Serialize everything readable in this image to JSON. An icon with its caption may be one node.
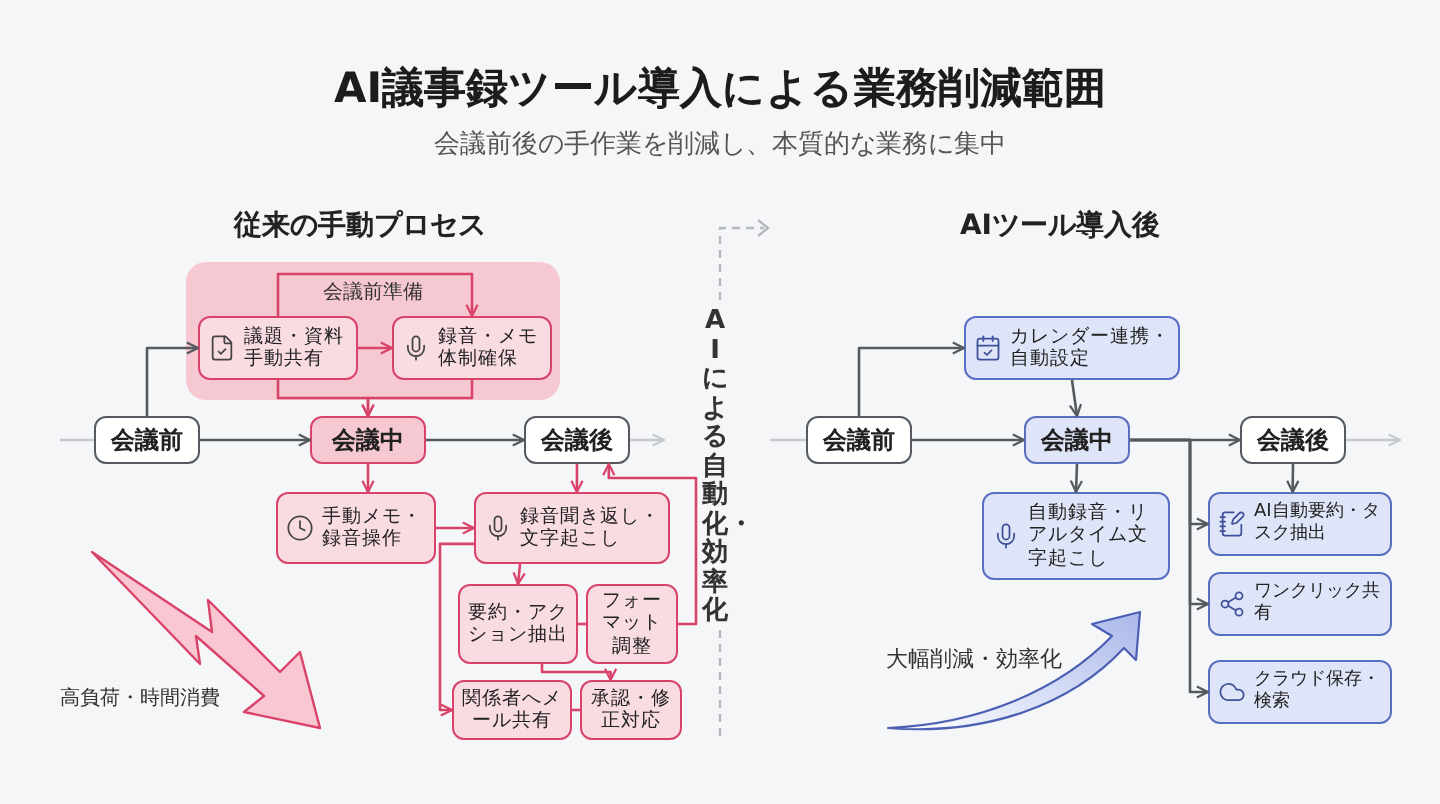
{
  "diagram": {
    "title": "AI議事録ツール導入による業務削減範囲",
    "nodes": [
      {
        "text": [
          "会議前準備"
        ]
      },
      {
        "text": [
          "議題・資料手動共有"
        ],
        "in": 0
      },
      {
        "text": [
          "録音・メモ体制確保"
        ],
        "in": 0
      },
      {
        "text": [
          "会議前"
        ]
      },
      {
        "text": [
          "会議中"
        ]
      },
      {
        "text": [
          "会議後"
        ]
      },
      {
        "text": [
          "手動メモ・録音操作"
        ]
      },
      {
        "text": [
          "録音聞き返し・文字起こし"
        ]
      },
      {
        "text": [
          "要約・アクション抽出"
        ]
      },
      {
        "text": [
          "フォーマット調整"
        ]
      },
      {
        "text": [
          "関係者へメール共有"
        ]
      },
      {
        "text": [
          "承認・修正対応"
        ]
      },
      {
        "text": [
          "会議前"
        ]
      },
      {
        "text": [
          "カレンダー連携・自動設定"
        ]
      },
      {
        "text": [
          "会議中"
        ]
      },
      {
        "text": [
          "会議後"
        ]
      },
      {
        "text": [
          "自動録音・リアルタイム文字起こし"
        ]
      },
      {
        "text": [
          "AI自動要約・タスク抽出"
        ]
      },
      {
        "text": [
          "ワンクリック共有"
        ]
      },
      {
        "text": [
          "クラウド保存・検索"
        ]
      }
    ],
    "edges": [
      {
        "from": null,
        "to": 3,
        "arrow": "none",
        "color": "#c4c7cc"
      },
      {
        "from": 3,
        "to": 4,
        "arrow": "to",
        "color": "#555a60"
      },
      {
        "from": 4,
        "to": 5,
        "arrow": "to",
        "color": "#555a60"
      },
      {
        "from": 5,
        "to": null,
        "arrow": "to",
        "color": "#c4c7cc"
      },
      {
        "from": 3,
        "to": 1,
        "arrow": "to",
        "color": "#555a60"
      },
      {
        "from": 1,
        "to": 2,
        "arrow": "to",
        "color": "#d9436a"
      },
      {
        "from": 1,
        "to": 2,
        "arrow": "to",
        "color": "#d9436a"
      },
      {
        "from": 1,
        "to": 4,
        "arrow": "to",
        "color": "#d9436a"
      },
      {
        "from": 2,
        "to": 4,
        "arrow": "to",
        "color": "#d9436a"
      },
      {
        "from": 4,
        "to": 6,
        "arrow": "to",
        "color": "#d9436a"
      },
      {
        "from": 6,
        "to": 7,
        "arrow": "to",
        "color": "#d9436a"
      },
      {
        "from": 5,
        "to": 7,
        "arrow": "to",
        "color": "#d9436a"
      },
      {
        "from": 7,
        "to": 8,
        "arrow": "to",
        "color": "#d9436a"
      },
      {
        "from": 8,
        "to": 9,
        "arrow": "none",
        "color": "#d9436a"
      },
      {
        "from": 8,
        "to": 11,
        "arrow": "to",
        "color": "#d9436a"
      },
      {
        "from": 7,
        "to": 10,
        "arrow": "to",
        "color": "#d9436a"
      },
      {
        "from": 10,
        "to": 11,
        "arrow": "none",
        "color": "#d9436a"
      },
      {
        "from": 9,
        "to": 5,
        "arrow": "to",
        "color": "#d9436a"
      },
      {
        "from": null,
        "to": 12,
        "arrow": "none",
        "color": "#c4c7cc"
      },
      {
        "from": 12,
        "to": 14,
        "arrow": "to",
        "color": "#555a60"
      },
      {
        "from": 14,
        "to": 15,
        "arrow": "to",
        "color": "#555a60"
      },
      {
        "from": 15,
        "to": null,
        "arrow": "to",
        "color": "#c4c7cc"
      },
      {
        "from": 12,
        "to": 13,
        "arrow": "to",
        "color": "#555a60"
      },
      {
        "from": 13,
        "to": 14,
        "arrow": "to",
        "color": "#555a60"
      },
      {
        "from": 14,
        "to": 16,
        "arrow": "to",
        "color": "#555a60"
      },
      {
        "from": 15,
        "to": 17,
        "arrow": "to",
        "color": "#555a60"
      },
      {
        "from": 14,
        "to": 17,
        "arrow": "to",
        "color": "#555a60"
      },
      {
        "from": 14,
        "to": 18,
        "arrow": "to",
        "color": "#555a60"
      },
      {
        "from": 14,
        "to": 19,
        "arrow": "to",
        "color": "#555a60"
      }
    ],
    "labels": [
      "会議前後の手作業を削減し、本質的な業務に集中",
      "従来の手動プロセス",
      "AIツール導入後",
      "AIによる自動化・効率化",
      "高負荷・時間消費",
      "大幅削減・効率化"
    ]
  }
}
